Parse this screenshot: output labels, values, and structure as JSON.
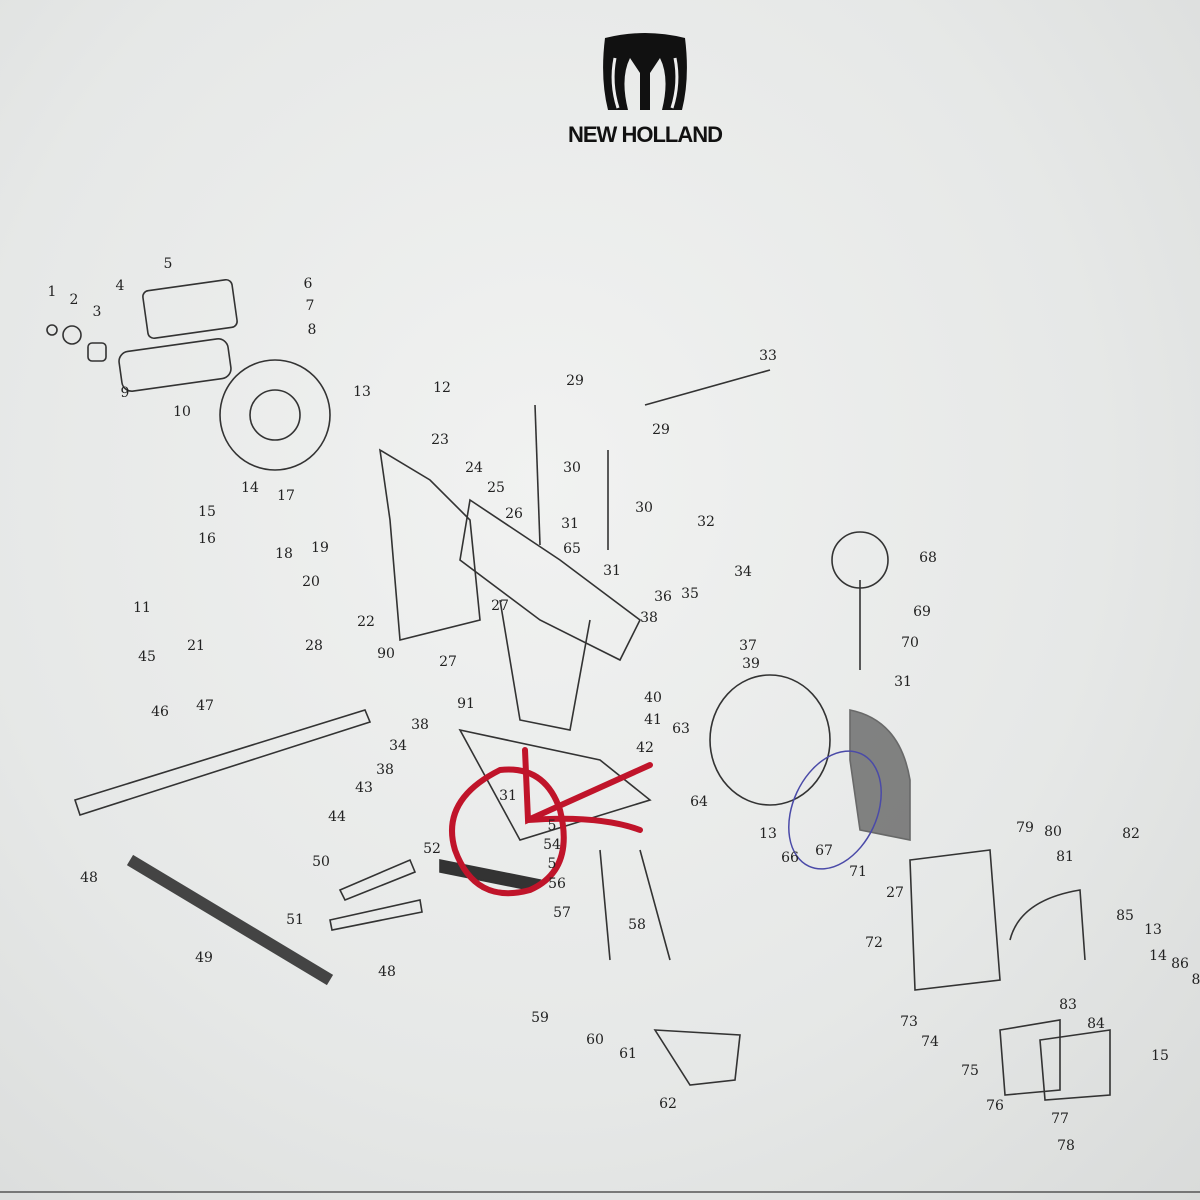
{
  "brand": {
    "name": "NEW HOLLAND",
    "logo_icon": "new-holland-leaf-icon"
  },
  "annotation_colors": {
    "red_marker": "#c0142a",
    "blue_pen": "#4a4aa8"
  },
  "part_labels": [
    "1",
    "2",
    "3",
    "4",
    "5",
    "6",
    "7",
    "8",
    "9",
    "10",
    "11",
    "12",
    "13",
    "14",
    "15",
    "16",
    "17",
    "18",
    "19",
    "20",
    "21",
    "22",
    "23",
    "24",
    "25",
    "26",
    "27",
    "27",
    "28",
    "29",
    "29",
    "30",
    "30",
    "31",
    "31",
    "31",
    "31",
    "32",
    "33",
    "34",
    "34",
    "35",
    "36",
    "37",
    "38",
    "38",
    "38",
    "39",
    "40",
    "41",
    "42",
    "43",
    "44",
    "45",
    "46",
    "47",
    "48",
    "48",
    "49",
    "50",
    "51",
    "52",
    "5",
    "54",
    "5",
    "56",
    "57",
    "58",
    "59",
    "60",
    "61",
    "62",
    "63",
    "64",
    "65",
    "66",
    "67",
    "68",
    "69",
    "70",
    "71",
    "72",
    "73",
    "74",
    "75",
    "76",
    "77",
    "78",
    "79",
    "80",
    "81",
    "82",
    "83",
    "84",
    "85",
    "86",
    "8",
    "13",
    "14",
    "15",
    "13",
    "27",
    "90",
    "91"
  ]
}
